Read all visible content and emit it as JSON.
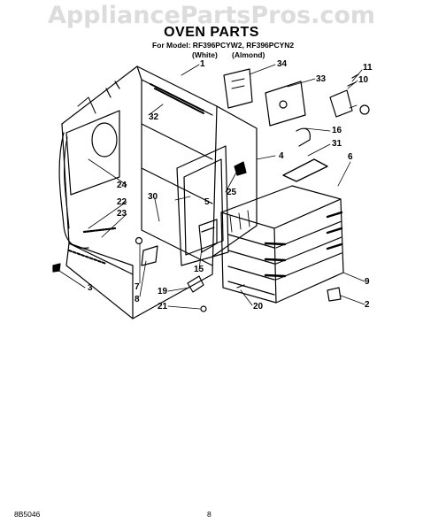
{
  "watermark": "AppliancePartsPros.com",
  "title": "OVEN PARTS",
  "model_line": "For Model: RF396PCYW2, RF396PCYN2",
  "variants": [
    "(White)",
    "(Almond)"
  ],
  "callouts": {
    "c1": "1",
    "c2": "2",
    "c3": "3",
    "c4": "4",
    "c5": "5",
    "c6": "6",
    "c7": "7",
    "c8": "8",
    "c9": "9",
    "c10": "10",
    "c11": "11",
    "c15": "15",
    "c16": "16",
    "c19": "19",
    "c20": "20",
    "c21": "21",
    "c22": "22",
    "c23": "23",
    "c24": "24",
    "c25": "25",
    "c30": "30",
    "c31": "31",
    "c32": "32",
    "c33": "33",
    "c34": "34"
  },
  "footer": {
    "code": "8B5046",
    "page": "8"
  }
}
